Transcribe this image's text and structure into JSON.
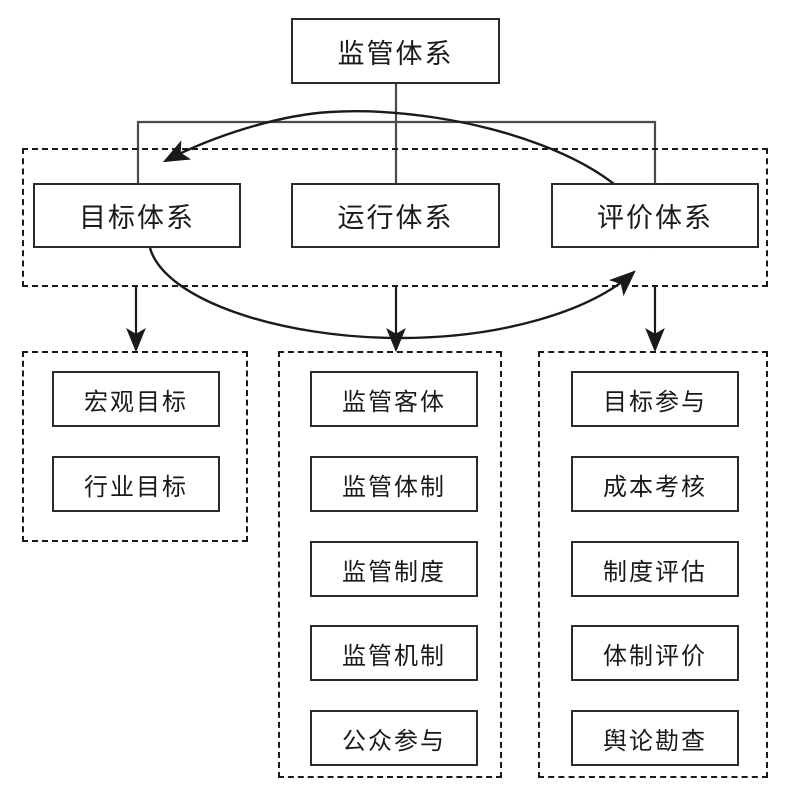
{
  "diagram": {
    "title": "监管体系",
    "type": "hierarchy-diagram",
    "root": {
      "label": "监管体系"
    },
    "tier2_group": {
      "name": "top-level-system-group",
      "nodes": [
        {
          "label": "目标体系"
        },
        {
          "label": "运行体系"
        },
        {
          "label": "评价体系"
        }
      ]
    },
    "tier3_groups": [
      {
        "name": "objective-system-group",
        "parent": "目标体系",
        "nodes": [
          {
            "label": "宏观目标"
          },
          {
            "label": "行业目标"
          }
        ]
      },
      {
        "name": "operation-system-group",
        "parent": "运行体系",
        "nodes": [
          {
            "label": "监管客体"
          },
          {
            "label": "监管体制"
          },
          {
            "label": "监管制度"
          },
          {
            "label": "监管机制"
          },
          {
            "label": "公众参与"
          }
        ]
      },
      {
        "name": "evaluation-system-group",
        "parent": "评价体系",
        "nodes": [
          {
            "label": "目标参与"
          },
          {
            "label": "成本考核"
          },
          {
            "label": "制度评估"
          },
          {
            "label": "体制评价"
          },
          {
            "label": "舆论勘查"
          }
        ]
      }
    ],
    "connectors": [
      {
        "name": "root-to-bus",
        "kind": "line"
      },
      {
        "name": "bus-to-objective",
        "kind": "line"
      },
      {
        "name": "bus-to-operation",
        "kind": "line"
      },
      {
        "name": "bus-to-evaluation",
        "kind": "line"
      },
      {
        "name": "objective-to-macro-group",
        "kind": "arrow"
      },
      {
        "name": "operation-to-operation-group",
        "kind": "arrow"
      },
      {
        "name": "evaluation-to-evaluation-group",
        "kind": "arrow"
      },
      {
        "name": "evaluation-to-objective-feedback",
        "kind": "curved-arrow"
      },
      {
        "name": "objective-to-evaluation-feedback",
        "kind": "curved-arrow"
      }
    ],
    "colors": {
      "stroke": "#2b2b2b",
      "dashed_stroke": "#1a1a1a",
      "background": "#ffffff",
      "text": "#1a1a1a"
    }
  }
}
